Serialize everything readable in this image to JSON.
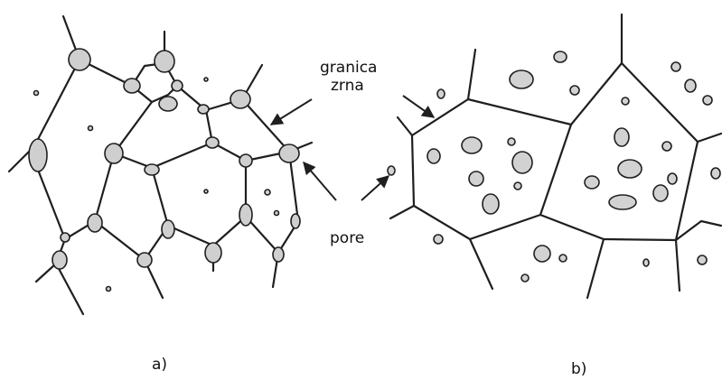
{
  "labels": {
    "grain_boundary": [
      "granica",
      "zrna"
    ],
    "pores": "pore",
    "panel_a": "a)",
    "panel_b": "b)"
  },
  "colors": {
    "line": "#1f1f1f",
    "pore_fill": "#d2d2d2",
    "background": "#ffffff"
  }
}
